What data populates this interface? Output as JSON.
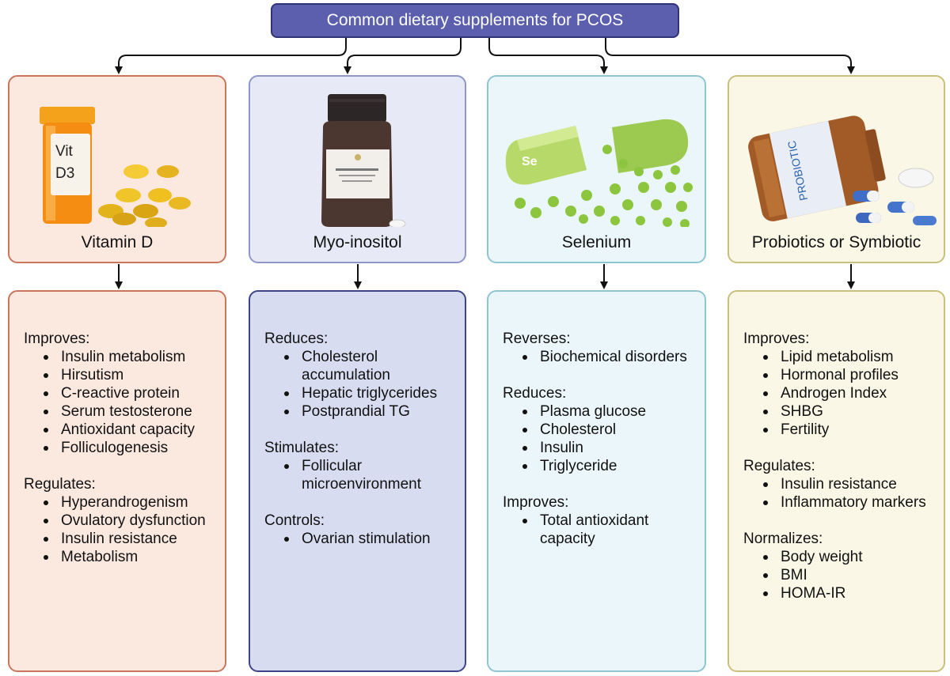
{
  "title": "Common dietary supplements for PCOS",
  "supplements": [
    {
      "name": "Vitamin D",
      "illustration_text": "Vit\nD3",
      "groups": [
        {
          "heading": "Improves:",
          "items": [
            "Insulin metabolism",
            "Hirsutism",
            "C-reactive protein",
            "Serum testosterone",
            "Antioxidant capacity",
            "Folliculogenesis"
          ]
        },
        {
          "heading": "Regulates:",
          "items": [
            "Hyperandrogenism",
            "Ovulatory dysfunction",
            "Insulin resistance",
            "Metabolism"
          ]
        }
      ]
    },
    {
      "name": "Myo-inositol",
      "groups": [
        {
          "heading": "Reduces:",
          "items": [
            "Cholesterol accumulation",
            "Hepatic triglycerides",
            "Postprandial TG"
          ]
        },
        {
          "heading": "Stimulates:",
          "items": [
            "Follicular microenvironment"
          ]
        },
        {
          "heading": "Controls:",
          "items": [
            "Ovarian stimulation"
          ]
        }
      ]
    },
    {
      "name": "Selenium",
      "illustration_text": "Se",
      "groups": [
        {
          "heading": "Reverses:",
          "items": [
            "Biochemical disorders"
          ]
        },
        {
          "heading": "Reduces:",
          "items": [
            "Plasma glucose",
            "Cholesterol",
            "Insulin",
            "Triglyceride"
          ]
        },
        {
          "heading": "Improves:",
          "items": [
            "Total antioxidant capacity"
          ]
        }
      ]
    },
    {
      "name": "Probiotics or Symbiotic",
      "illustration_text": "PROBIOTIC",
      "groups": [
        {
          "heading": "Improves:",
          "items": [
            "Lipid metabolism",
            "Hormonal profiles",
            "Androgen Index",
            "SHBG",
            "Fertility"
          ]
        },
        {
          "heading": "Regulates:",
          "items": [
            "Insulin resistance",
            "Inflammatory markers"
          ]
        },
        {
          "heading": "Normalizes:",
          "items": [
            "Body weight",
            "BMI",
            "HOMA-IR"
          ]
        }
      ]
    }
  ]
}
